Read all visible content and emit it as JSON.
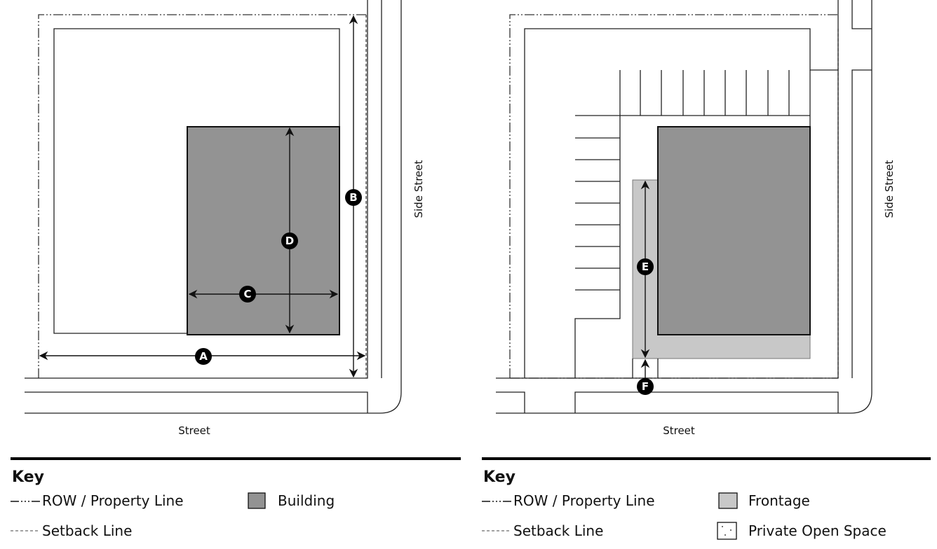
{
  "left_diagram": {
    "street_label": "Street",
    "side_street_label": "Side Street",
    "markers": [
      "A",
      "B",
      "C",
      "D"
    ],
    "colors": {
      "building": "#939393"
    }
  },
  "right_diagram": {
    "street_label": "Street",
    "side_street_label": "Side Street",
    "markers": [
      "E",
      "F"
    ],
    "colors": {
      "building": "#939393",
      "frontage": "#c8c8c8"
    }
  },
  "left_key": {
    "title": "Key",
    "items": [
      "ROW / Property Line",
      "Setback Line",
      "Building"
    ]
  },
  "right_key": {
    "title": "Key",
    "items": [
      "ROW / Property Line",
      "Setback Line",
      "Frontage",
      "Private Open Space"
    ]
  }
}
